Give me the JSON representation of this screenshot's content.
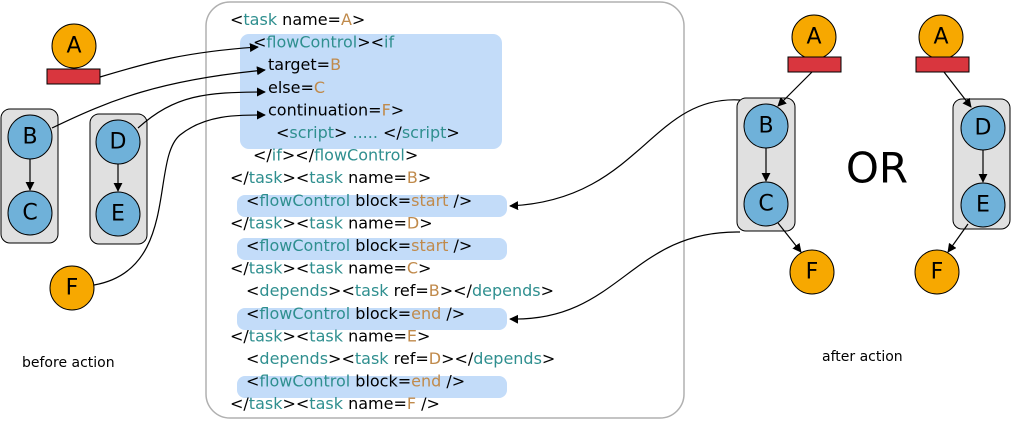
{
  "captions": {
    "before": "before action",
    "after": "after action",
    "or_label": "OR"
  },
  "colors": {
    "node_blue": "#6fb1d9",
    "node_orange": "#f7a800",
    "task_bar": "#d9363e",
    "group_box": "#e0e0e0",
    "highlight": "#c3dcf9",
    "tag": "#2f8f8f",
    "value": "#c08a4b"
  },
  "before": {
    "a": "A",
    "group1": [
      "B",
      "C"
    ],
    "group2": [
      "D",
      "E"
    ],
    "f": "F"
  },
  "after": {
    "option1": {
      "top": "A",
      "group": [
        "B",
        "C"
      ],
      "bottom": "F"
    },
    "option2": {
      "top": "A",
      "group": [
        "D",
        "E"
      ],
      "bottom": "F"
    }
  },
  "code_lines": [
    [
      [
        "b",
        "<"
      ],
      [
        "t",
        "task"
      ],
      [
        "b",
        " name="
      ],
      [
        "v",
        "A"
      ],
      [
        "b",
        ">"
      ]
    ],
    [
      [
        "b",
        "<"
      ],
      [
        "t",
        "flowControl"
      ],
      [
        "b",
        "><"
      ],
      [
        "t",
        "if"
      ]
    ],
    [
      [
        "b",
        "target="
      ],
      [
        "v",
        "B"
      ]
    ],
    [
      [
        "b",
        "else="
      ],
      [
        "v",
        "C"
      ]
    ],
    [
      [
        "b",
        "continuation="
      ],
      [
        "v",
        "F"
      ],
      [
        "b",
        ">"
      ]
    ],
    [
      [
        "b",
        "<"
      ],
      [
        "t",
        "script"
      ],
      [
        "b",
        "> "
      ],
      [
        "t",
        "....."
      ],
      [
        "b",
        " </"
      ],
      [
        "t",
        "script"
      ],
      [
        "b",
        ">"
      ]
    ],
    [
      [
        "b",
        "</"
      ],
      [
        "t",
        "if"
      ],
      [
        "b",
        "></"
      ],
      [
        "t",
        "flowControl"
      ],
      [
        "b",
        ">"
      ]
    ],
    [
      [
        "b",
        "</"
      ],
      [
        "t",
        "task"
      ],
      [
        "b",
        "><"
      ],
      [
        "t",
        "task"
      ],
      [
        "b",
        " name="
      ],
      [
        "v",
        "B"
      ],
      [
        "b",
        ">"
      ]
    ],
    [
      [
        "b",
        "<"
      ],
      [
        "t",
        "flowControl"
      ],
      [
        "b",
        " block="
      ],
      [
        "v",
        "start"
      ],
      [
        "b",
        " />"
      ]
    ],
    [
      [
        "b",
        "</"
      ],
      [
        "t",
        "task"
      ],
      [
        "b",
        "><"
      ],
      [
        "t",
        "task"
      ],
      [
        "b",
        " name="
      ],
      [
        "v",
        "D"
      ],
      [
        "b",
        ">"
      ]
    ],
    [
      [
        "b",
        "<"
      ],
      [
        "t",
        "flowControl"
      ],
      [
        "b",
        " block="
      ],
      [
        "v",
        "start"
      ],
      [
        "b",
        " />"
      ]
    ],
    [
      [
        "b",
        "</"
      ],
      [
        "t",
        "task"
      ],
      [
        "b",
        "><"
      ],
      [
        "t",
        "task"
      ],
      [
        "b",
        " name="
      ],
      [
        "v",
        "C"
      ],
      [
        "b",
        ">"
      ]
    ],
    [
      [
        "b",
        "<"
      ],
      [
        "t",
        "depends"
      ],
      [
        "b",
        "><"
      ],
      [
        "t",
        "task"
      ],
      [
        "b",
        " ref="
      ],
      [
        "v",
        "B"
      ],
      [
        "b",
        "></"
      ],
      [
        "t",
        "depends"
      ],
      [
        "b",
        ">"
      ]
    ],
    [
      [
        "b",
        "<"
      ],
      [
        "t",
        "flowControl"
      ],
      [
        "b",
        " block="
      ],
      [
        "v",
        "end"
      ],
      [
        "b",
        " />"
      ]
    ],
    [
      [
        "b",
        "</"
      ],
      [
        "t",
        "task"
      ],
      [
        "b",
        "><"
      ],
      [
        "t",
        "task"
      ],
      [
        "b",
        " name="
      ],
      [
        "v",
        "E"
      ],
      [
        "b",
        ">"
      ]
    ],
    [
      [
        "b",
        "<"
      ],
      [
        "t",
        "depends"
      ],
      [
        "b",
        "><"
      ],
      [
        "t",
        "task"
      ],
      [
        "b",
        " ref="
      ],
      [
        "v",
        "D"
      ],
      [
        "b",
        "></"
      ],
      [
        "t",
        "depends"
      ],
      [
        "b",
        ">"
      ]
    ],
    [
      [
        "b",
        "<"
      ],
      [
        "t",
        "flowControl"
      ],
      [
        "b",
        " block="
      ],
      [
        "v",
        "end"
      ],
      [
        "b",
        " />"
      ]
    ],
    [
      [
        "b",
        "</"
      ],
      [
        "t",
        "task"
      ],
      [
        "b",
        "><"
      ],
      [
        "t",
        "task"
      ],
      [
        "b",
        " name="
      ],
      [
        "v",
        "F"
      ],
      [
        "b",
        " />"
      ]
    ]
  ]
}
